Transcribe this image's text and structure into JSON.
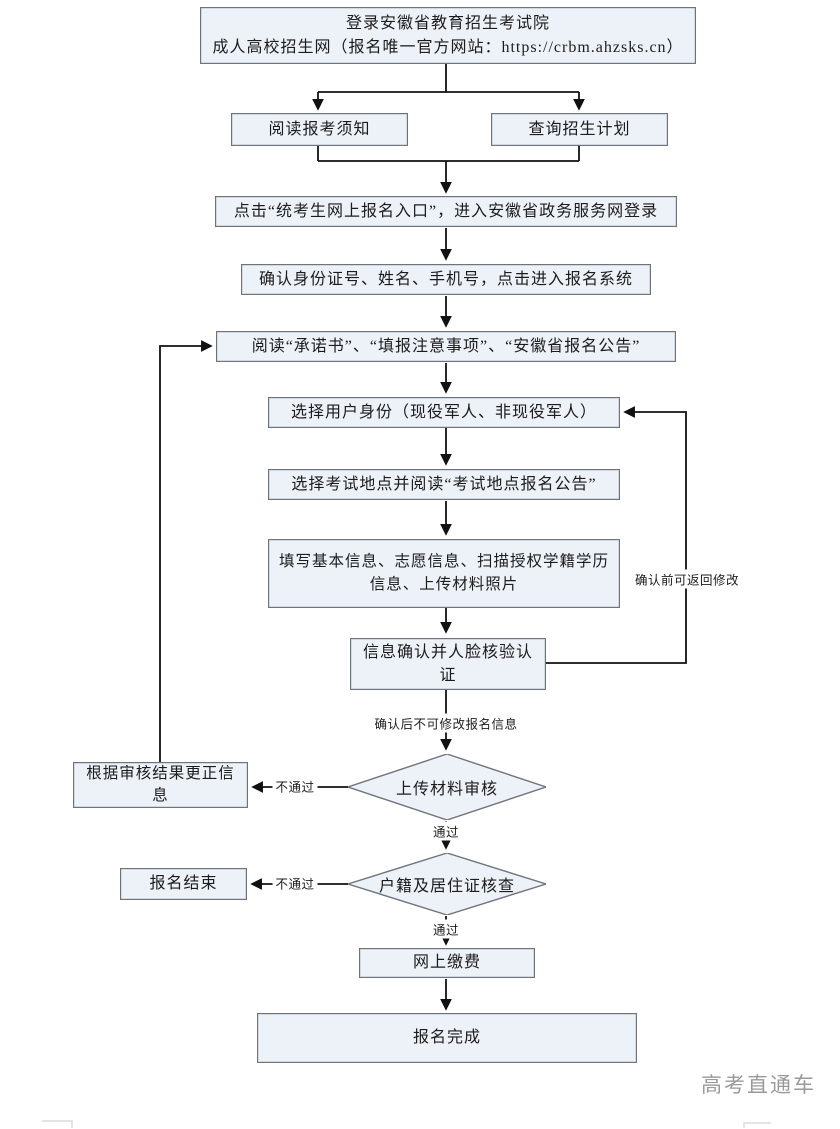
{
  "page": {
    "watermark": "高考直通车"
  },
  "colors": {
    "node_fill": "#edf1f8",
    "node_border": "#6f747c",
    "line": "#111111",
    "watermark_gray": "#9a9a9a"
  },
  "flow": {
    "login": {
      "line1": "登录安徽省教育招生考试院",
      "line2": "成人高校招生网（报名唯一官方网站：https://crbm.ahzsks.cn）"
    },
    "read_notice": "阅读报考须知",
    "query_plan": "查询招生计划",
    "click_entry": "点击“统考生网上报名入口”，进入安徽省政务服务网登录",
    "confirm_id": "确认身份证号、姓名、手机号，点击进入报名系统",
    "read_commitment": "阅读“承诺书”、“填报注意事项”、“安徽省报名公告”",
    "select_identity": "选择用户身份（现役军人、非现役军人）",
    "select_location": "选择考试地点并阅读“考试地点报名公告”",
    "fill_info": "填写基本信息、志愿信息、扫描授权学籍学历信息、上传材料照片",
    "face_verify": "信息确认并人脸核验认证",
    "material_review": "上传材料审核",
    "residence_check": "户籍及居住证核查",
    "online_payment": "网上缴费",
    "complete": "报名完成",
    "correct_info": "根据审核结果更正信息",
    "registration_end": "报名结束",
    "labels": {
      "editable_before_confirm": "确认前可返回修改",
      "not_editable_after_confirm": "确认后不可修改报名信息",
      "fail_material": "不通过",
      "pass_material": "通过",
      "fail_residence": "不通过",
      "pass_residence": "通过"
    }
  }
}
